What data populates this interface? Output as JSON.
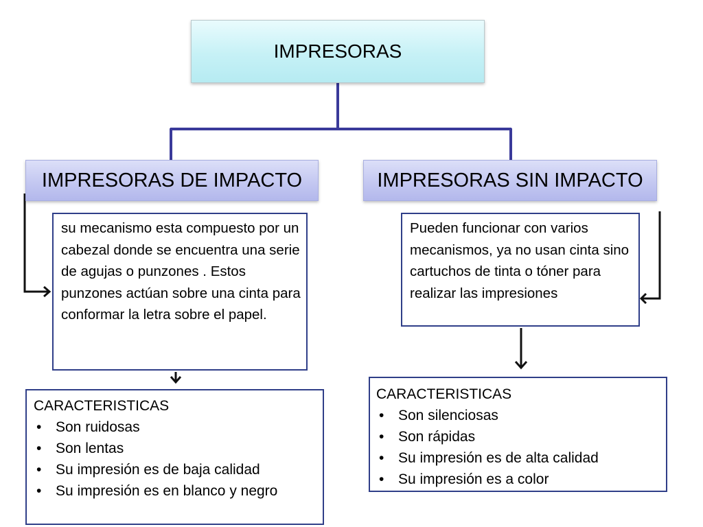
{
  "root": {
    "label": "IMPRESORAS"
  },
  "branches": [
    {
      "title": "IMPRESORAS DE IMPACTO",
      "description": "su mecanismo esta compuesto por un cabezal donde se encuentra una serie de agujas o punzones . Estos punzones actúan sobre una cinta para conformar la letra sobre el papel.",
      "characteristics": {
        "heading": "CARACTERISTICAS",
        "items": [
          "Son ruidosas",
          "Son lentas",
          "Su impresión es de baja calidad",
          "Su impresión es en blanco y negro"
        ]
      }
    },
    {
      "title": "IMPRESORAS SIN IMPACTO",
      "description": "Pueden funcionar con varios mecanismos, ya no usan cinta sino cartuchos de tinta o tóner para realizar las impresiones",
      "characteristics": {
        "heading": "CARACTERISTICAS",
        "items": [
          "Son silenciosas",
          "Son rápidas",
          "Su impresión es de alta calidad",
          "Su impresión es a color"
        ]
      }
    }
  ],
  "bullet_symbol": "•",
  "colors": {
    "root_fill": "#c6f1f6",
    "branch_fill": "#c4c8f1",
    "border": "#2f3e88",
    "tree_line": "#3a3a9a"
  }
}
